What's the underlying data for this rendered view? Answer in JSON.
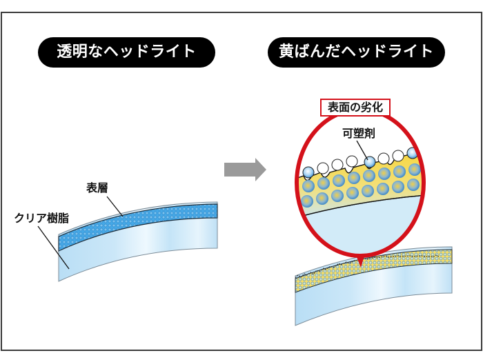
{
  "left_panel": {
    "title": "透明なヘッドライト",
    "labels": {
      "surface_layer": "表層",
      "clear_resin": "クリア樹脂"
    }
  },
  "right_panel": {
    "title": "黄ばんだヘッドライト",
    "magnifier_label": "表面の劣化",
    "plasticizer_label": "可塑剤"
  },
  "colors": {
    "pill_bg": "#000000",
    "pill_text": "#ffffff",
    "magnifier_ring": "#d4111a",
    "resin_light": "#cfe8f7",
    "resin_mid": "#a9d6f1",
    "surface_blue": "#3a9ee0",
    "yellow_layer": "#f5d342",
    "arrow_gray": "#999999",
    "frame": "#3a3a3a"
  },
  "icons": {
    "arrow": "right-arrow-icon"
  }
}
